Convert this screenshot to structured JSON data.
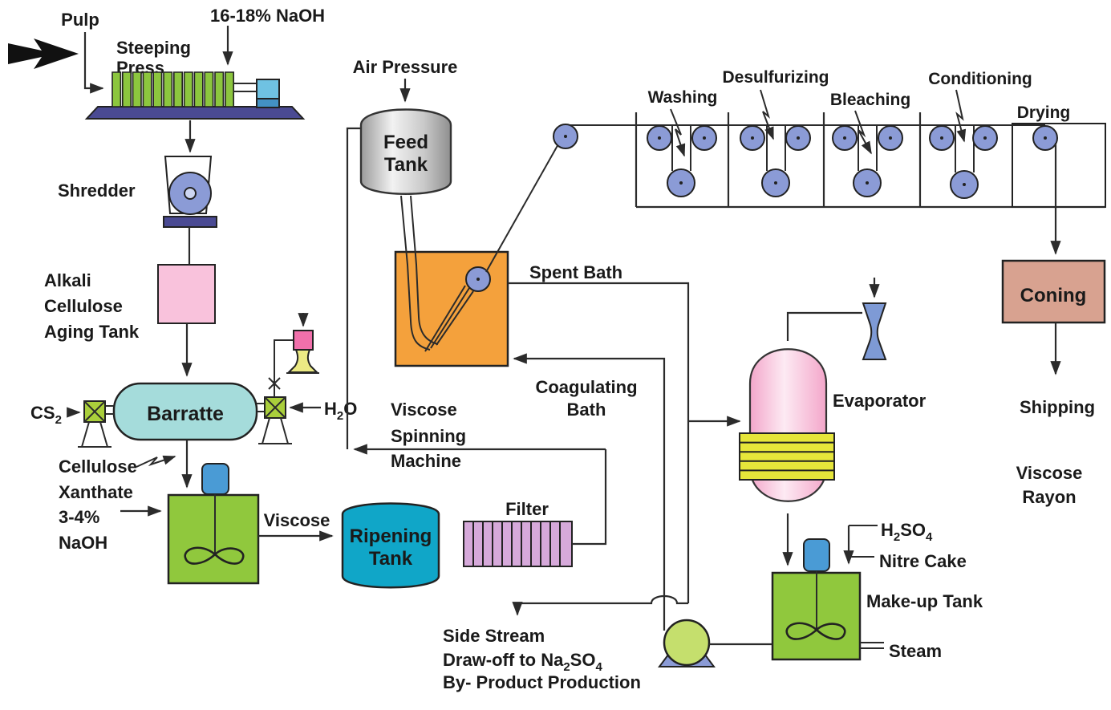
{
  "diagram": {
    "type": "process-flow-diagram",
    "labels": {
      "pulp": "Pulp",
      "steeping_press": [
        "Steeping",
        "Press"
      ],
      "naoh_feed": "16-18% NaOH",
      "shredder": "Shredder",
      "aging_tank": [
        "Alkali",
        "Cellulose",
        "Aging Tank"
      ],
      "cs2": [
        "CS",
        "2"
      ],
      "barratte": "Barratte",
      "h2o": [
        "H",
        "2",
        "O"
      ],
      "xanthate_note": [
        "Cellulose",
        "Xanthate"
      ],
      "naoh_dilute": [
        "3-4%",
        "NaOH"
      ],
      "viscose": "Viscose",
      "ripening_tank": [
        "Ripening",
        "Tank"
      ],
      "filter": "Filter",
      "air_pressure": "Air Pressure",
      "feed_tank": [
        "Feed",
        "Tank"
      ],
      "spinning_machine": [
        "Viscose",
        "Spinning",
        "Machine"
      ],
      "spent_bath": "Spent Bath",
      "coagulating_bath": [
        "Coagulating",
        "Bath"
      ],
      "washing": "Washing",
      "desulfurizing": "Desulfurizing",
      "bleaching": "Bleaching",
      "conditioning": "Conditioning",
      "drying": "Drying",
      "coning": "Coning",
      "shipping": "Shipping",
      "viscose_rayon": [
        "Viscose",
        "Rayon"
      ],
      "evaporator": "Evaporator",
      "h2so4": [
        "H",
        "2",
        "SO",
        "4"
      ],
      "nitre_cake": "Nitre Cake",
      "makeup_tank": "Make-up Tank",
      "steam": "Steam",
      "side_stream_1": "Side Stream",
      "side_stream_2": [
        "Draw-off to Na",
        "2",
        "SO",
        "4"
      ],
      "side_stream_3": "By- Product Production"
    },
    "colors": {
      "press_plate": "#8cc63e",
      "machine_base": "#4a4a93",
      "piston_light": "#6fc2e2",
      "piston_dark": "#4391c4",
      "roller": "#8b9bd6",
      "aging_tank": "#f9c2dc",
      "barratte": "#a5dcdb",
      "barratte_text": "#0b5e68",
      "valve": "#aacf3b",
      "funnel_pink": "#f170ab",
      "funnel_yellow": "#ecea84",
      "stir_tank": "#90c83d",
      "motor": "#4a9bd5",
      "ripening": "#10a6c8",
      "ripening_text": "#0a3a64",
      "filter": "#d6a9da",
      "spinning_machine": "#f4a13c",
      "evaporator_band": "#e6e63a",
      "hourglass": "#7e9ad5",
      "coning": "#d8a290",
      "coning_text": "#46231a",
      "pump": "#c5df6d",
      "line": "#2b2b2b"
    }
  }
}
